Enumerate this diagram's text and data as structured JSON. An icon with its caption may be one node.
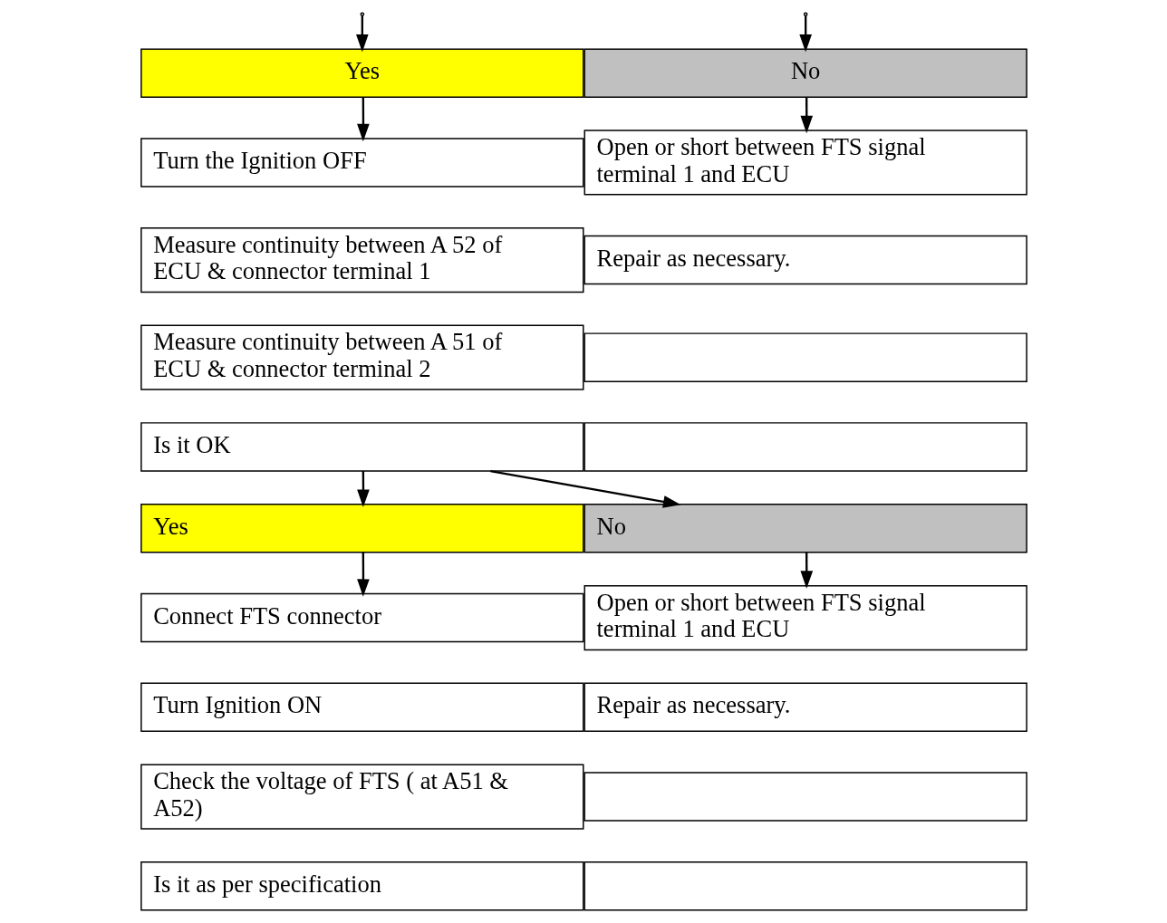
{
  "diagram": {
    "nodes": [
      {
        "text": [
          "Yes"
        ]
      },
      {
        "text": [
          "No"
        ]
      },
      {
        "text": [
          "Turn the Ignition OFF"
        ]
      },
      {
        "text": [
          "Open or short between FTS signal terminal 1 and ECU"
        ]
      },
      {
        "text": [
          "Measure continuity between A 52 of ECU & connector terminal 1"
        ]
      },
      {
        "text": [
          "Repair as necessary."
        ]
      },
      {
        "text": [
          "Measure continuity between A 51 of ECU & connector terminal 2"
        ]
      },
      {
        "text": [],
        "shape": "box"
      },
      {
        "text": [
          "Is it OK"
        ]
      },
      {
        "text": [],
        "shape": "box"
      },
      {
        "text": [
          "Yes"
        ]
      },
      {
        "text": [
          "No"
        ]
      },
      {
        "text": [
          "Connect FTS connector"
        ]
      },
      {
        "text": [
          "Open or short between FTS signal terminal 1 and ECU"
        ]
      },
      {
        "text": [
          "Turn Ignition ON"
        ]
      },
      {
        "text": [
          "Repair as necessary."
        ]
      },
      {
        "text": [
          "Check the voltage of FTS ( at A51 & A52)"
        ]
      },
      {
        "text": [],
        "shape": "box"
      },
      {
        "text": [
          "Is it as per specification"
        ]
      },
      {
        "text": [],
        "shape": "box"
      }
    ],
    "edges": [
      {
        "from": null,
        "to": 0,
        "arrow": "to"
      },
      {
        "from": null,
        "to": 1,
        "arrow": "to"
      },
      {
        "from": 0,
        "to": 2,
        "arrow": "to"
      },
      {
        "from": 1,
        "to": 3,
        "arrow": "to"
      },
      {
        "from": 8,
        "to": 10,
        "arrow": "to"
      },
      {
        "from": 8,
        "to": 11,
        "arrow": "to"
      },
      {
        "from": 10,
        "to": 12,
        "arrow": "to"
      },
      {
        "from": 11,
        "to": 13,
        "arrow": "to"
      }
    ]
  }
}
